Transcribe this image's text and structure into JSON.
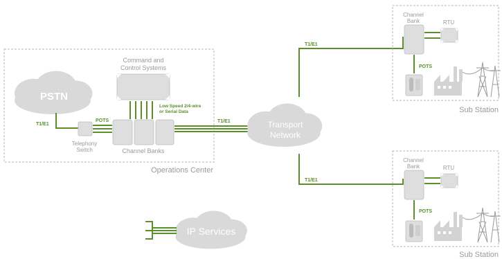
{
  "colors": {
    "line": "#5a8f29",
    "label": "#5a8f29",
    "cloud": "#d9d9d9",
    "device": "#dedede",
    "device_stroke": "#bcbcbc",
    "box_border": "#b5b5b5",
    "text_gray": "#9a9a9a",
    "cloud_text": "#ffffff"
  },
  "operations_center": {
    "title": "Operations Center",
    "pstn": "PSTN",
    "command_control_line1": "Command and",
    "command_control_line2": "Control Systems",
    "low_speed_line1": "Low Speed 2/4-wire",
    "low_speed_line2": "or Serial Data",
    "t1e1_pstn": "T1/E1",
    "pots": "POTS",
    "telephony_switch_line1": "Telephony",
    "telephony_switch_line2": "Switch",
    "channel_banks": "Channel Banks",
    "t1e1_out": "T1/E1"
  },
  "transport": {
    "line1": "Transport",
    "line2": "Network"
  },
  "ip_services": "IP Services",
  "substations": [
    {
      "title": "Sub Station",
      "channel_bank_line1": "Channel",
      "channel_bank_line2": "Bank",
      "rtu": "RTU",
      "pots": "POTS",
      "t1e1": "T1/E1"
    },
    {
      "title": "Sub Station",
      "channel_bank_line1": "Channel",
      "channel_bank_line2": "Bank",
      "rtu": "RTU",
      "pots": "POTS",
      "t1e1": "T1/E1"
    }
  ]
}
